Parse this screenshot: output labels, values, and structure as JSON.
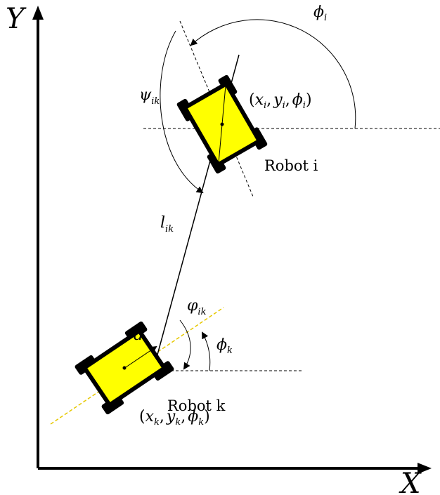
{
  "axes": {
    "y_label": "Y",
    "x_label": "X"
  },
  "robot_i": {
    "name": "Robot i",
    "pose_label": "(x_i, y_i, ϕ_i)",
    "pose_parts": {
      "open": "(",
      "x": "x",
      "x_sub": "i",
      "sep1": ",",
      "y": "y",
      "y_sub": "i",
      "sep2": ",",
      "phi": "ϕ",
      "phi_sub": "i",
      "close": ")"
    },
    "heading_angle": {
      "symbol": "ϕ",
      "sub": "i"
    },
    "body_color": "#ffff00"
  },
  "robot_k": {
    "name": "Robot k",
    "pose_label": "(x_k, y_k, ϕ_k)",
    "pose_parts": {
      "open": "(",
      "x": "x",
      "x_sub": "k",
      "sep1": ",",
      "y": "y",
      "y_sub": "k",
      "sep2": ",",
      "phi": "ϕ",
      "phi_sub": "k",
      "close": ")"
    },
    "heading_angle": {
      "symbol": "ϕ",
      "sub": "k"
    },
    "body_color": "#ffff00"
  },
  "relations": {
    "psi": {
      "symbol": "ψ",
      "sub": "ik"
    },
    "distance": {
      "symbol": "l",
      "sub": "ik"
    },
    "varphi": {
      "symbol": "φ",
      "sub": "ik"
    },
    "offset": {
      "symbol": "d"
    }
  },
  "colors": {
    "robot_fill": "#ffff00",
    "heading_line_k": "#e6c800",
    "ink": "#000000"
  }
}
